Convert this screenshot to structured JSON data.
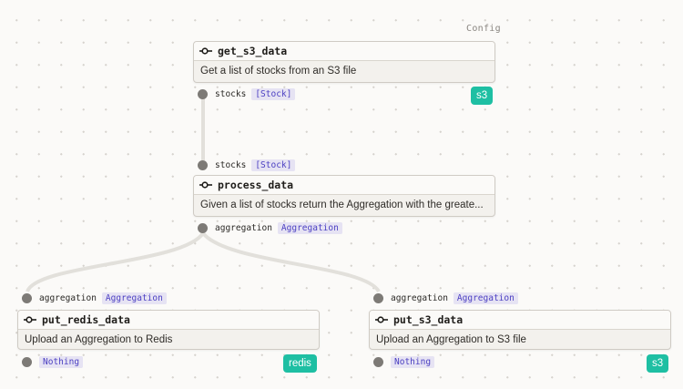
{
  "graph": {
    "config_label": "Config",
    "nodes": {
      "get_s3_data": {
        "title": "get_s3_data",
        "description": "Get a list of stocks from an S3 file",
        "output": {
          "name": "stocks",
          "type": "[Stock]"
        },
        "tag": "s3"
      },
      "process_data": {
        "title": "process_data",
        "description": "Given a list of stocks return the Aggregation with the greate...",
        "input": {
          "name": "stocks",
          "type": "[Stock]"
        },
        "output": {
          "name": "aggregation",
          "type": "Aggregation"
        }
      },
      "put_redis_data": {
        "title": "put_redis_data",
        "description": "Upload an Aggregation to Redis",
        "input": {
          "name": "aggregation",
          "type": "Aggregation"
        },
        "output": {
          "name": "",
          "type": "Nothing"
        },
        "tag": "redis"
      },
      "put_s3_data": {
        "title": "put_s3_data",
        "description": "Upload an Aggregation to S3 file",
        "input": {
          "name": "aggregation",
          "type": "Aggregation"
        },
        "output": {
          "name": "",
          "type": "Nothing"
        },
        "tag": "s3"
      }
    },
    "colors": {
      "tag_bg": "#1ebfa3",
      "type_text": "#4b3fc2",
      "type_bg": "#e6e3f3",
      "edge": "#e2e0db"
    }
  }
}
